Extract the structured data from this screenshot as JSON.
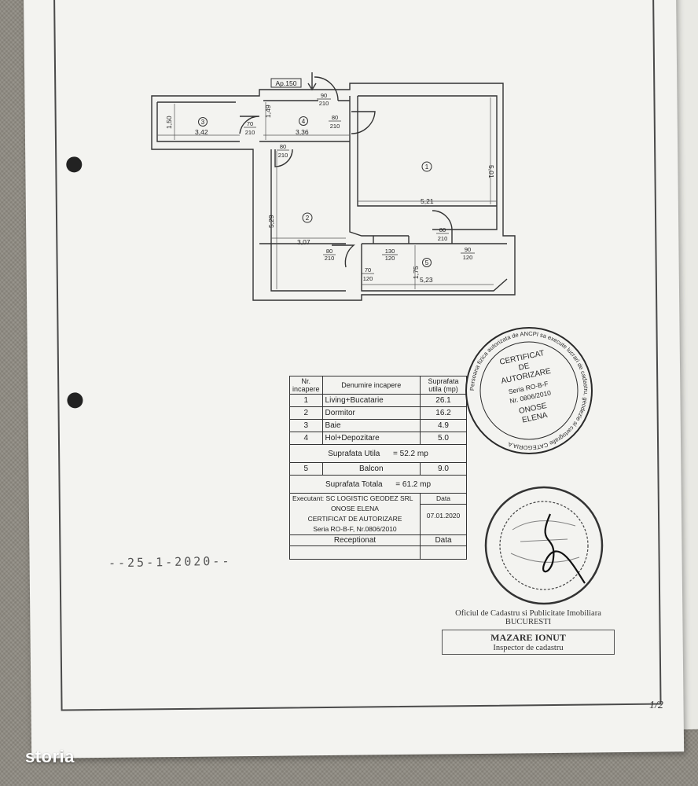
{
  "plan": {
    "apartment_label": "Ap.150",
    "rooms": [
      {
        "id": "1",
        "label": "1"
      },
      {
        "id": "2",
        "label": "2"
      },
      {
        "id": "3",
        "label": "3"
      },
      {
        "id": "4",
        "label": "4"
      },
      {
        "id": "5",
        "label": "5"
      }
    ],
    "dims": {
      "d150": "1,50",
      "d342": "3,42",
      "d149": "1,49",
      "d336": "3,36",
      "d501": "5,01",
      "d521": "5,21",
      "d529": "5,29",
      "d307": "3,07",
      "d175": "1,75",
      "d523": "5,23"
    },
    "openings": {
      "o1": [
        "90",
        "210"
      ],
      "o2": [
        "70",
        "210"
      ],
      "o3": [
        "80",
        "210"
      ],
      "o4": [
        "80",
        "210"
      ],
      "o5": [
        "80",
        "210"
      ],
      "o6": [
        "80",
        "210"
      ],
      "o7": [
        "130",
        "120"
      ],
      "o8": [
        "90",
        "120"
      ],
      "o9": [
        "70",
        "120"
      ]
    }
  },
  "table": {
    "h_nr": "Nr.",
    "h_nr2": "incapere",
    "h_name": "Denumire incapere",
    "h_area": "Suprafata",
    "h_area2": "utila (mp)",
    "rows": [
      {
        "nr": "1",
        "name": "Living+Bucatarie",
        "area": "26.1"
      },
      {
        "nr": "2",
        "name": "Dormitor",
        "area": "16.2"
      },
      {
        "nr": "3",
        "name": "Baie",
        "area": "4.9"
      },
      {
        "nr": "4",
        "name": "Hol+Depozitare",
        "area": "5.0"
      }
    ],
    "util_label": "Suprafata Utila",
    "util_value": "= 52.2 mp",
    "balcon": {
      "nr": "5",
      "name": "Balcon",
      "area": "9.0"
    },
    "total_label": "Suprafata Totala",
    "total_value": "= 61.2 mp",
    "exec_1": "Executant: SC LOGISTIC GEODEZ SRL",
    "exec_2": "ONOSE ELENA",
    "exec_3": "CERTIFICAT DE AUTORIZARE",
    "exec_4": "Seria RO-B-F, Nr.0806/2010",
    "data_label": "Data",
    "data_value": "07.01.2020",
    "receptionat": "Receptionat",
    "data_label2": "Data"
  },
  "stamp": {
    "line1": "CERTIFICAT",
    "line2": "DE",
    "line3": "AUTORIZARE",
    "line4": "Seria RO-B-F",
    "line5": "Nr. 0806/2010",
    "line6": "ONOSE",
    "line7": "ELENA",
    "ring": "Persoana fizica autorizata de ANCPI sa execute lucrari de cadastru, geodezie si cartografie  CATEGORIA A"
  },
  "handwritten_date": "--25-1-2020--",
  "official": {
    "line1": "Oficiul de Cadastru si Publicitate Imobiliara",
    "line2": "BUCURESTI",
    "line3": "MAZARE IONUT",
    "line4": "Inspector de cadastru"
  },
  "corner_mark": "1/2",
  "brand": "storia"
}
